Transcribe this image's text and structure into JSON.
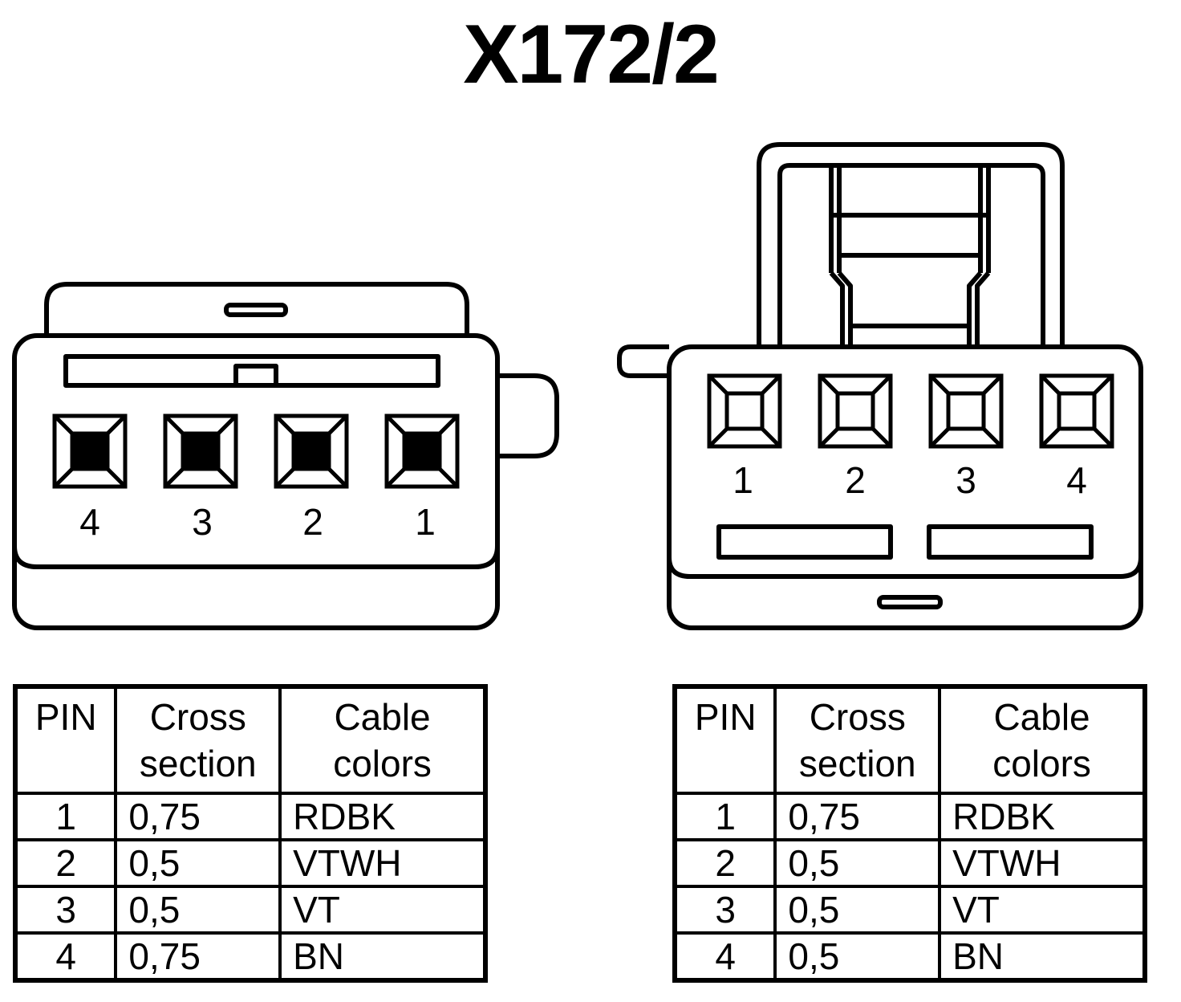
{
  "title": "X172/2",
  "colors": {
    "stroke": "#000000",
    "background": "#ffffff"
  },
  "left_connector": {
    "view": "socket side",
    "pin_labels": [
      "4",
      "3",
      "2",
      "1"
    ]
  },
  "right_connector": {
    "view": "pin side",
    "pin_labels": [
      "1",
      "2",
      "3",
      "4"
    ]
  },
  "left_table": {
    "headers": {
      "pin": "PIN",
      "cross_line1": "Cross",
      "cross_line2": "section",
      "cable_line1": "Cable",
      "cable_line2": "colors"
    },
    "rows": [
      {
        "pin": "1",
        "cross": "0,75",
        "color": "RDBK"
      },
      {
        "pin": "2",
        "cross": "0,5",
        "color": "VTWH"
      },
      {
        "pin": "3",
        "cross": "0,5",
        "color": "VT"
      },
      {
        "pin": "4",
        "cross": "0,75",
        "color": "BN"
      }
    ]
  },
  "right_table": {
    "headers": {
      "pin": "PIN",
      "cross_line1": "Cross",
      "cross_line2": "section",
      "cable_line1": "Cable",
      "cable_line2": "colors"
    },
    "rows": [
      {
        "pin": "1",
        "cross": "0,75",
        "color": "RDBK"
      },
      {
        "pin": "2",
        "cross": "0,5",
        "color": "VTWH"
      },
      {
        "pin": "3",
        "cross": "0,5",
        "color": "VT"
      },
      {
        "pin": "4",
        "cross": "0,5",
        "color": "BN"
      }
    ]
  }
}
